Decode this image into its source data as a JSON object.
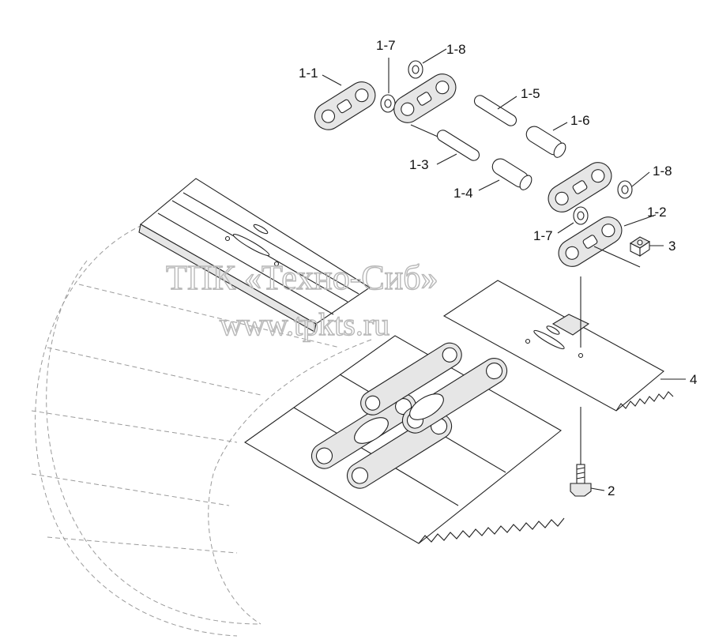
{
  "watermark": {
    "company": "ТПК «Техно-Сиб»",
    "url": "www.tpkts.ru"
  },
  "callouts": [
    "1-1",
    "1-7",
    "1-8",
    "1-5",
    "1-6",
    "1-3",
    "1-4",
    "1-8",
    "1-2",
    "1-7",
    "3",
    "4",
    "2"
  ]
}
